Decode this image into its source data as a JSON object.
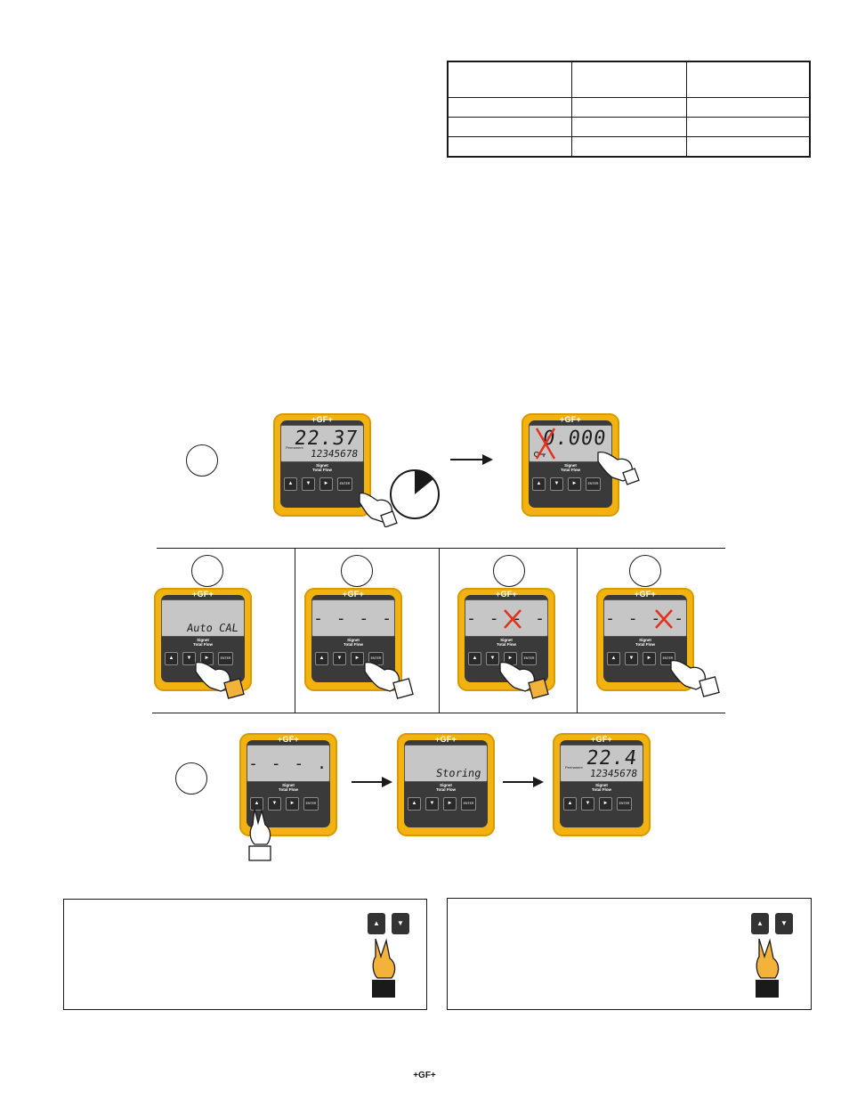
{
  "devices": {
    "d1": {
      "brand": "+GF+",
      "display_main": "22.37",
      "display_sub": "12345678",
      "tag": "Permanent",
      "label_line1": "Signet",
      "label_line2": "Total Flow",
      "key_enter": "ENTER"
    },
    "d2": {
      "brand": "+GF+",
      "display_main": "0.000",
      "label_line1": "Signet",
      "label_line2": "Total Flow",
      "key_enter": "ENTER"
    },
    "d3": {
      "brand": "+GF+",
      "display_low": "Auto CAL",
      "label_line1": "Signet",
      "label_line2": "Total Flow",
      "key_enter": "ENTER"
    },
    "d4": {
      "brand": "+GF+",
      "display_mid": "- - - -",
      "label_line1": "Signet",
      "label_line2": "Total Flow",
      "key_enter": "ENTER"
    },
    "d5": {
      "brand": "+GF+",
      "display_mid": "- - - -",
      "label_line1": "Signet",
      "label_line2": "Total Flow",
      "key_enter": "ENTER"
    },
    "d6": {
      "brand": "+GF+",
      "display_mid": "- - - -",
      "label_line1": "Signet",
      "label_line2": "Total Flow",
      "key_enter": "ENTER"
    },
    "d7": {
      "brand": "+GF+",
      "display_mid": "- - - .",
      "label_line1": "Signet",
      "label_line2": "Total Flow",
      "key_enter": "ENTER"
    },
    "d8": {
      "brand": "+GF+",
      "display_low": "Storing",
      "label_line1": "Signet",
      "label_line2": "Total Flow",
      "key_enter": "ENTER"
    },
    "d9": {
      "brand": "+GF+",
      "display_main": "22.4",
      "display_sub": "12345678",
      "tag": "Permanent",
      "label_line1": "Signet",
      "label_line2": "Total Flow",
      "key_enter": "ENTER"
    }
  },
  "keys": {
    "up": "▲",
    "down": "▼",
    "right": "►"
  },
  "footer": {
    "logo": "+GF+"
  },
  "colors": {
    "device_body": "#f2b20f",
    "device_face": "#3a3a3a",
    "lcd": "#c6c6c6",
    "blink_marker": "#e0321e",
    "hand": "#f3b33a"
  }
}
